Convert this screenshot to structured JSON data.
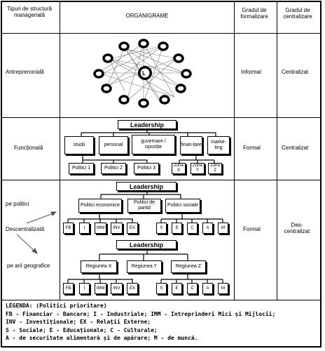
{
  "headers": {
    "col1": "Tipuri de structură managerială",
    "col2": "ORGANIGRAME",
    "col3": "Gradul de formalizare",
    "col4": "Gradul de centralizare"
  },
  "rows": {
    "antreprenoriala": {
      "type": "Antreprenorială",
      "formal": "Informal",
      "central": "Centralizat",
      "center_letter": "L"
    },
    "functionala": {
      "type": "Funcțională",
      "formal": "Formal",
      "central": "Centralizat",
      "leader": "Leadership",
      "units": [
        "studii",
        "personal",
        "guvernare / opoziție",
        "finan-țare",
        "marke-ting"
      ],
      "policies": [
        "Politici 1",
        "Politici 2",
        "Politici 3"
      ],
      "zones": [
        "Zona X",
        "Zona Y",
        "Zona Z"
      ]
    },
    "descentralizata": {
      "type": "Descentralizată",
      "formal": "Formal",
      "central": "Des-centralizat",
      "side_top": "pe politici",
      "side_bottom": "pe arii geografice",
      "leader": "Leadership",
      "policy_boxes": [
        "Politici economice",
        "Politici de partid",
        "Politici sociale"
      ],
      "econ_items": [
        "FB",
        "I",
        "IMM",
        "INV",
        "EX"
      ],
      "social_items": [
        "S",
        "E",
        "C",
        "A",
        "M"
      ],
      "regions": [
        "Regiunea X",
        "Regiunea Y",
        "Regiunea Z"
      ]
    }
  },
  "legend": {
    "title": "LEGENDA: (Politici prioritare)",
    "line1": "FB - Financiar - Bancare; I - Industriale; IMM - Intreprinderi Mici și Mijlocii;",
    "line2": "INV - Investiționale; EX - Relații Externe;",
    "line3": "S - Sociale; E - Educaționale; C - Culturale;",
    "line4": "A - de securitate alimentară și de apărare; M - de muncă."
  }
}
